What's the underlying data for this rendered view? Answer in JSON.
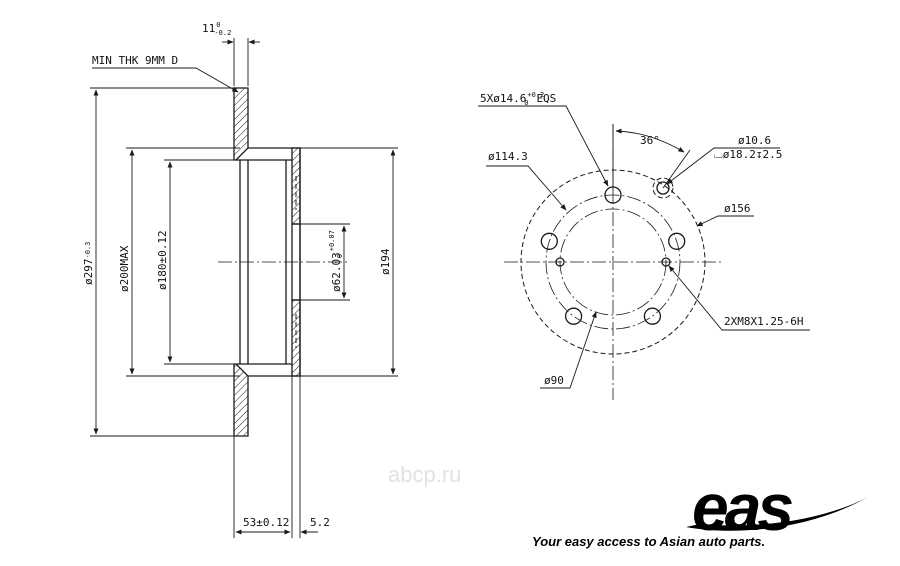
{
  "side_view": {
    "min_thickness": "MIN THK 9MM D",
    "top_thickness": "11",
    "top_thickness_tol": "-0.2",
    "dia_outer": "ø297",
    "dia_outer_tol": "-0.3",
    "dia_200": "ø200MAX",
    "dia_180": "ø180±0.12",
    "dia_62": "ø62.03",
    "dia_62_tol_upper": "+0.07",
    "dia_62_tol_lower": "0",
    "dia_194": "ø194",
    "height": "53±0.12",
    "hub_thk": "5.2"
  },
  "front_view": {
    "bolt_holes": "5Xø14.6",
    "bolt_holes_tol_upper": "+0.2",
    "bolt_holes_tol_lower": "0",
    "bolt_holes_suffix": "EQS",
    "angle": "36°",
    "dia_10": "ø10.6",
    "counterbore": "⌴ø18.2↧2.5",
    "pcd": "ø114.3",
    "dia_156": "ø156",
    "thread": "2XM8X1.25-6H",
    "dia_90": "ø90"
  },
  "watermark": "abcp.ru",
  "brand": {
    "logo": "eas",
    "slogan": "Your easy access to Asian auto parts."
  }
}
